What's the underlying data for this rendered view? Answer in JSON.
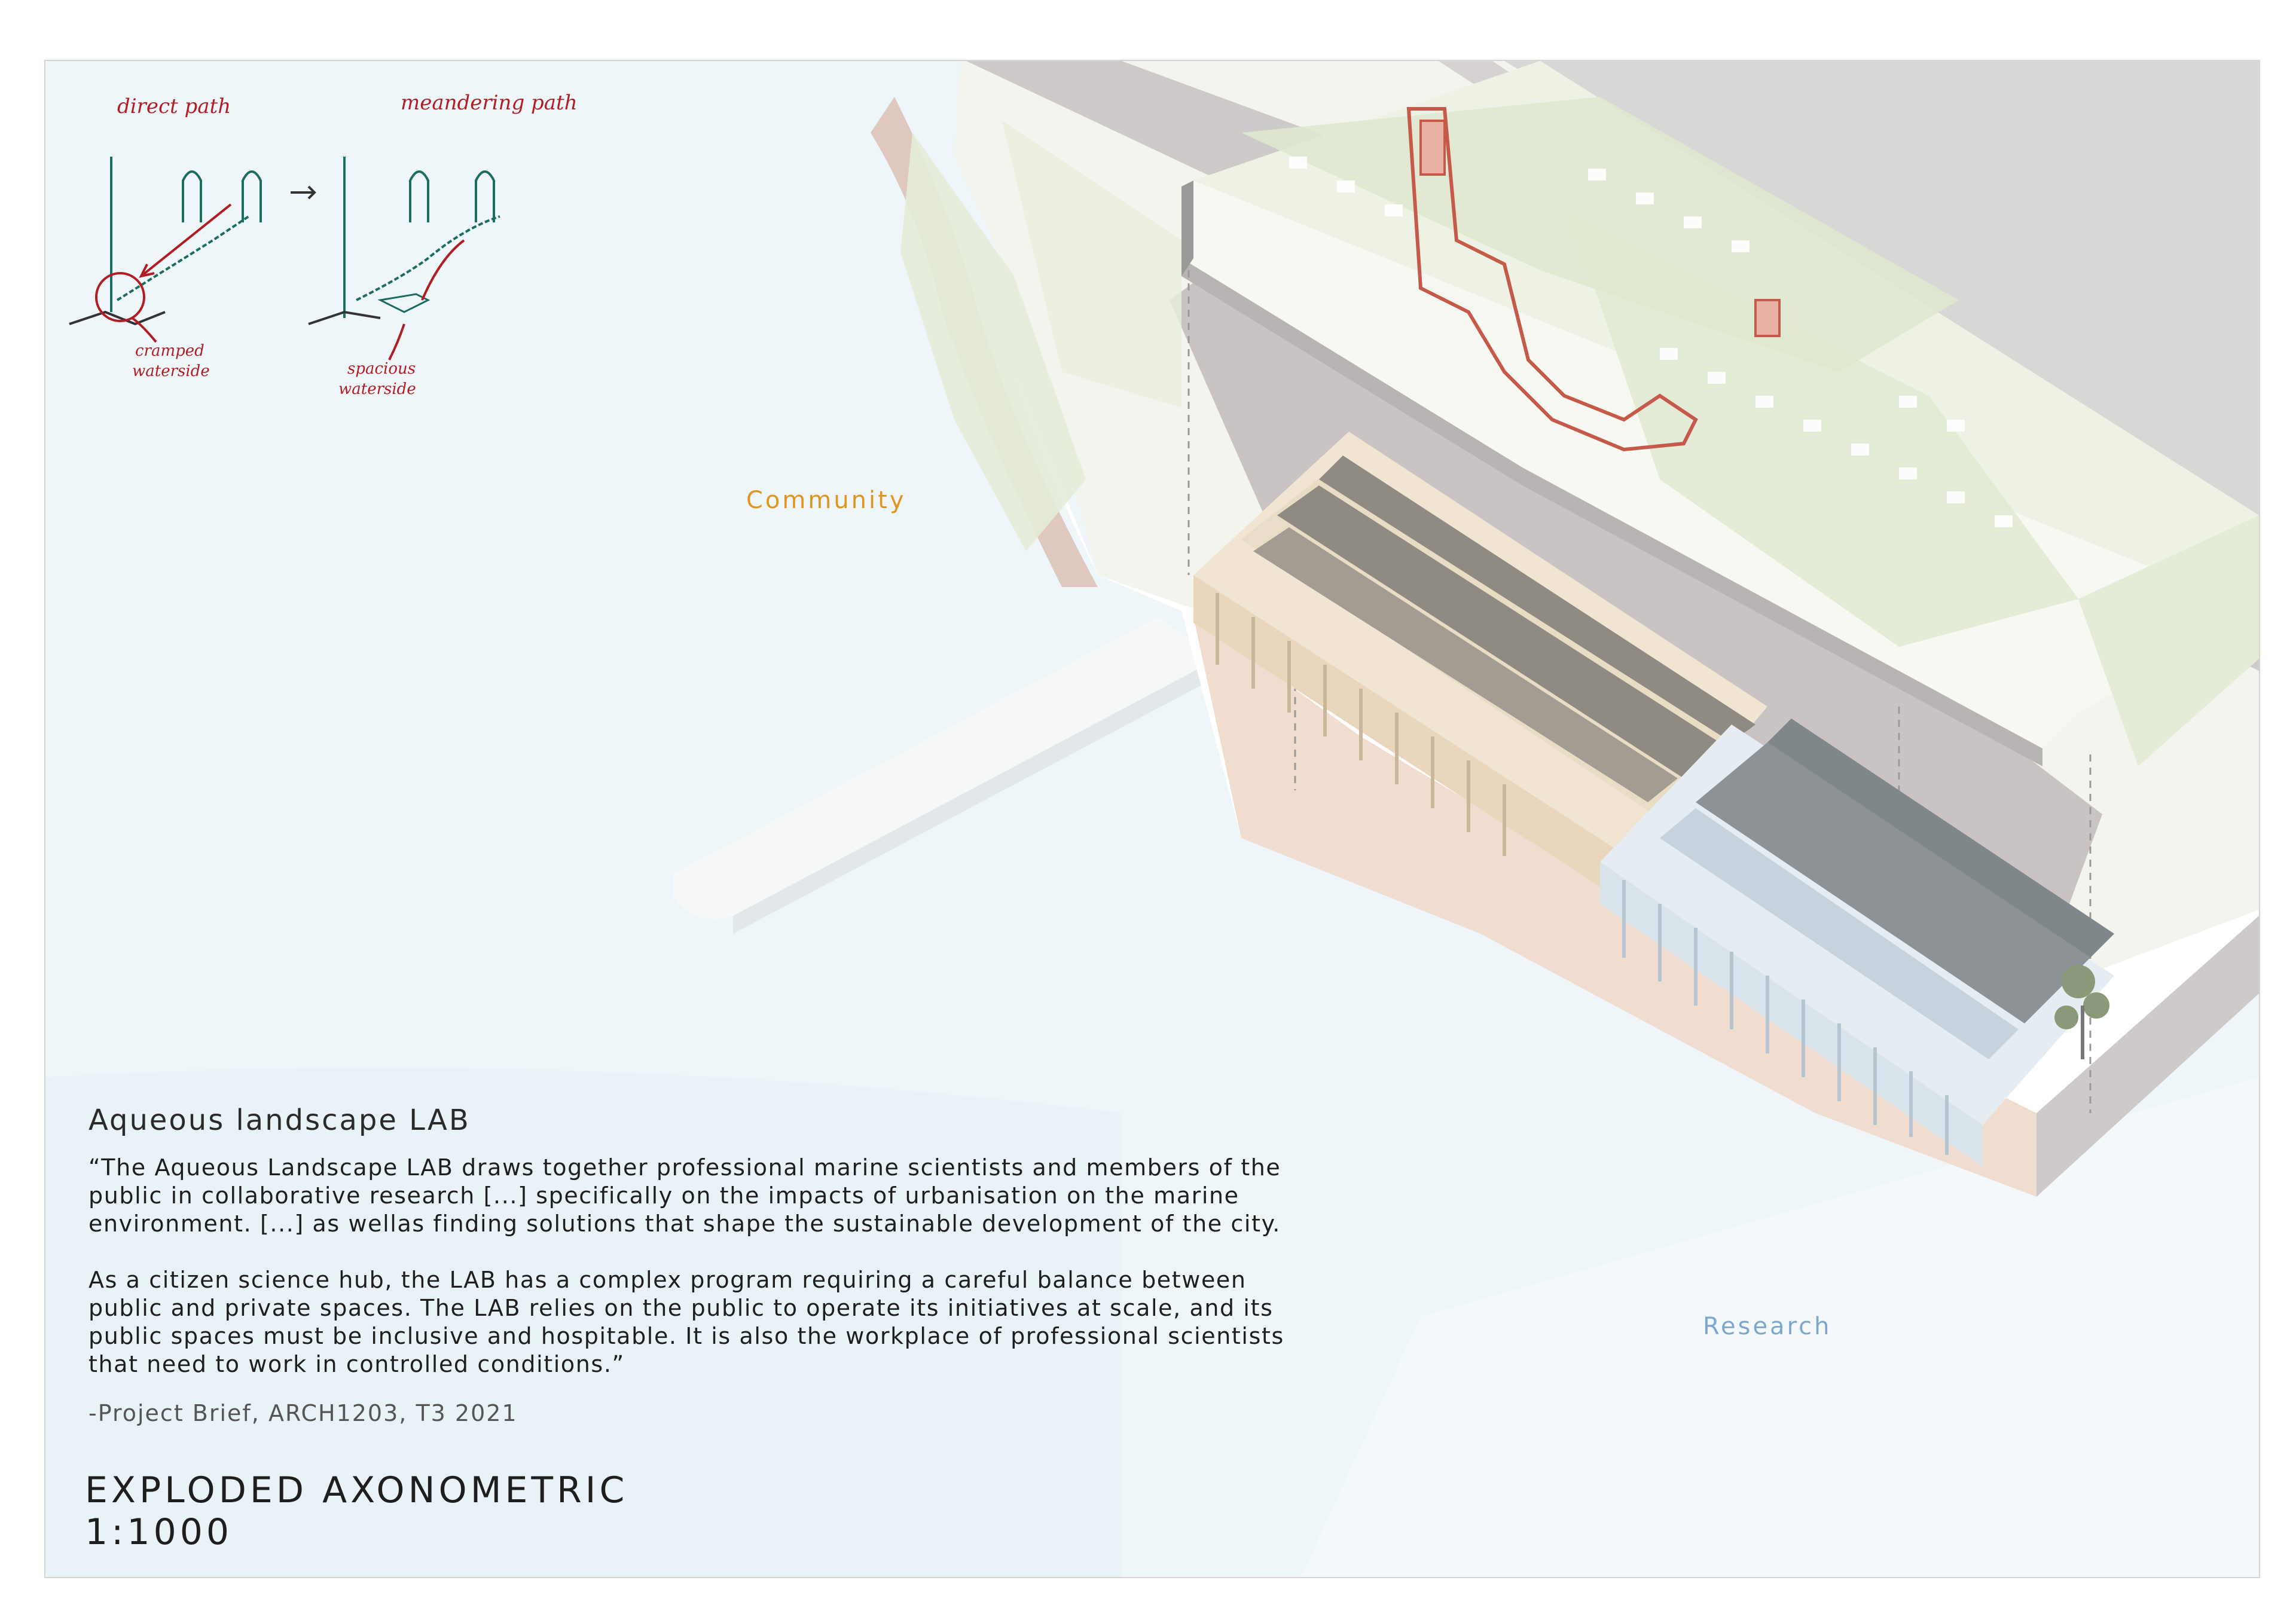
{
  "sketch": {
    "left_label": "direct path",
    "right_label": "meandering path",
    "left_note_line1": "cramped",
    "left_note_line2": "waterside",
    "right_note_line1": "spacious",
    "right_note_line2": "waterside"
  },
  "zones": {
    "community": "Community",
    "research": "Research"
  },
  "project": {
    "title": "Aqueous landscape LAB",
    "quote_lines_p1": [
      "“The Aqueous Landscape LAB draws together professional marine scientists and members of the",
      "public in collaborative research [...] specifically on the impacts of urbanisation on the marine",
      "environment. [...] as wellas finding solutions that shape the sustainable development of the city."
    ],
    "quote_lines_p2": [
      "As a citizen science hub, the LAB has a complex program requiring a careful balance between",
      "public and private spaces. The LAB relies on the public to operate its initiatives at scale, and its",
      "public spaces must be inclusive and hospitable. It is also the workplace of professional scientists",
      "that need to work in controlled conditions.”"
    ],
    "source": "-Project Brief, ARCH1203, T3 2021"
  },
  "drawing": {
    "title": "EXPLODED AXONOMETRIC",
    "scale": "1:1000"
  },
  "colors": {
    "water": "#eef6fa",
    "terrain": "#c9c3c3",
    "greenery": "#dfe8cf",
    "community_roof": "#8f8a82",
    "research_roof": "#8c9295",
    "sketch_red": "#b01e24",
    "community_label": "#e0961e",
    "research_label": "#7fa6cc"
  }
}
